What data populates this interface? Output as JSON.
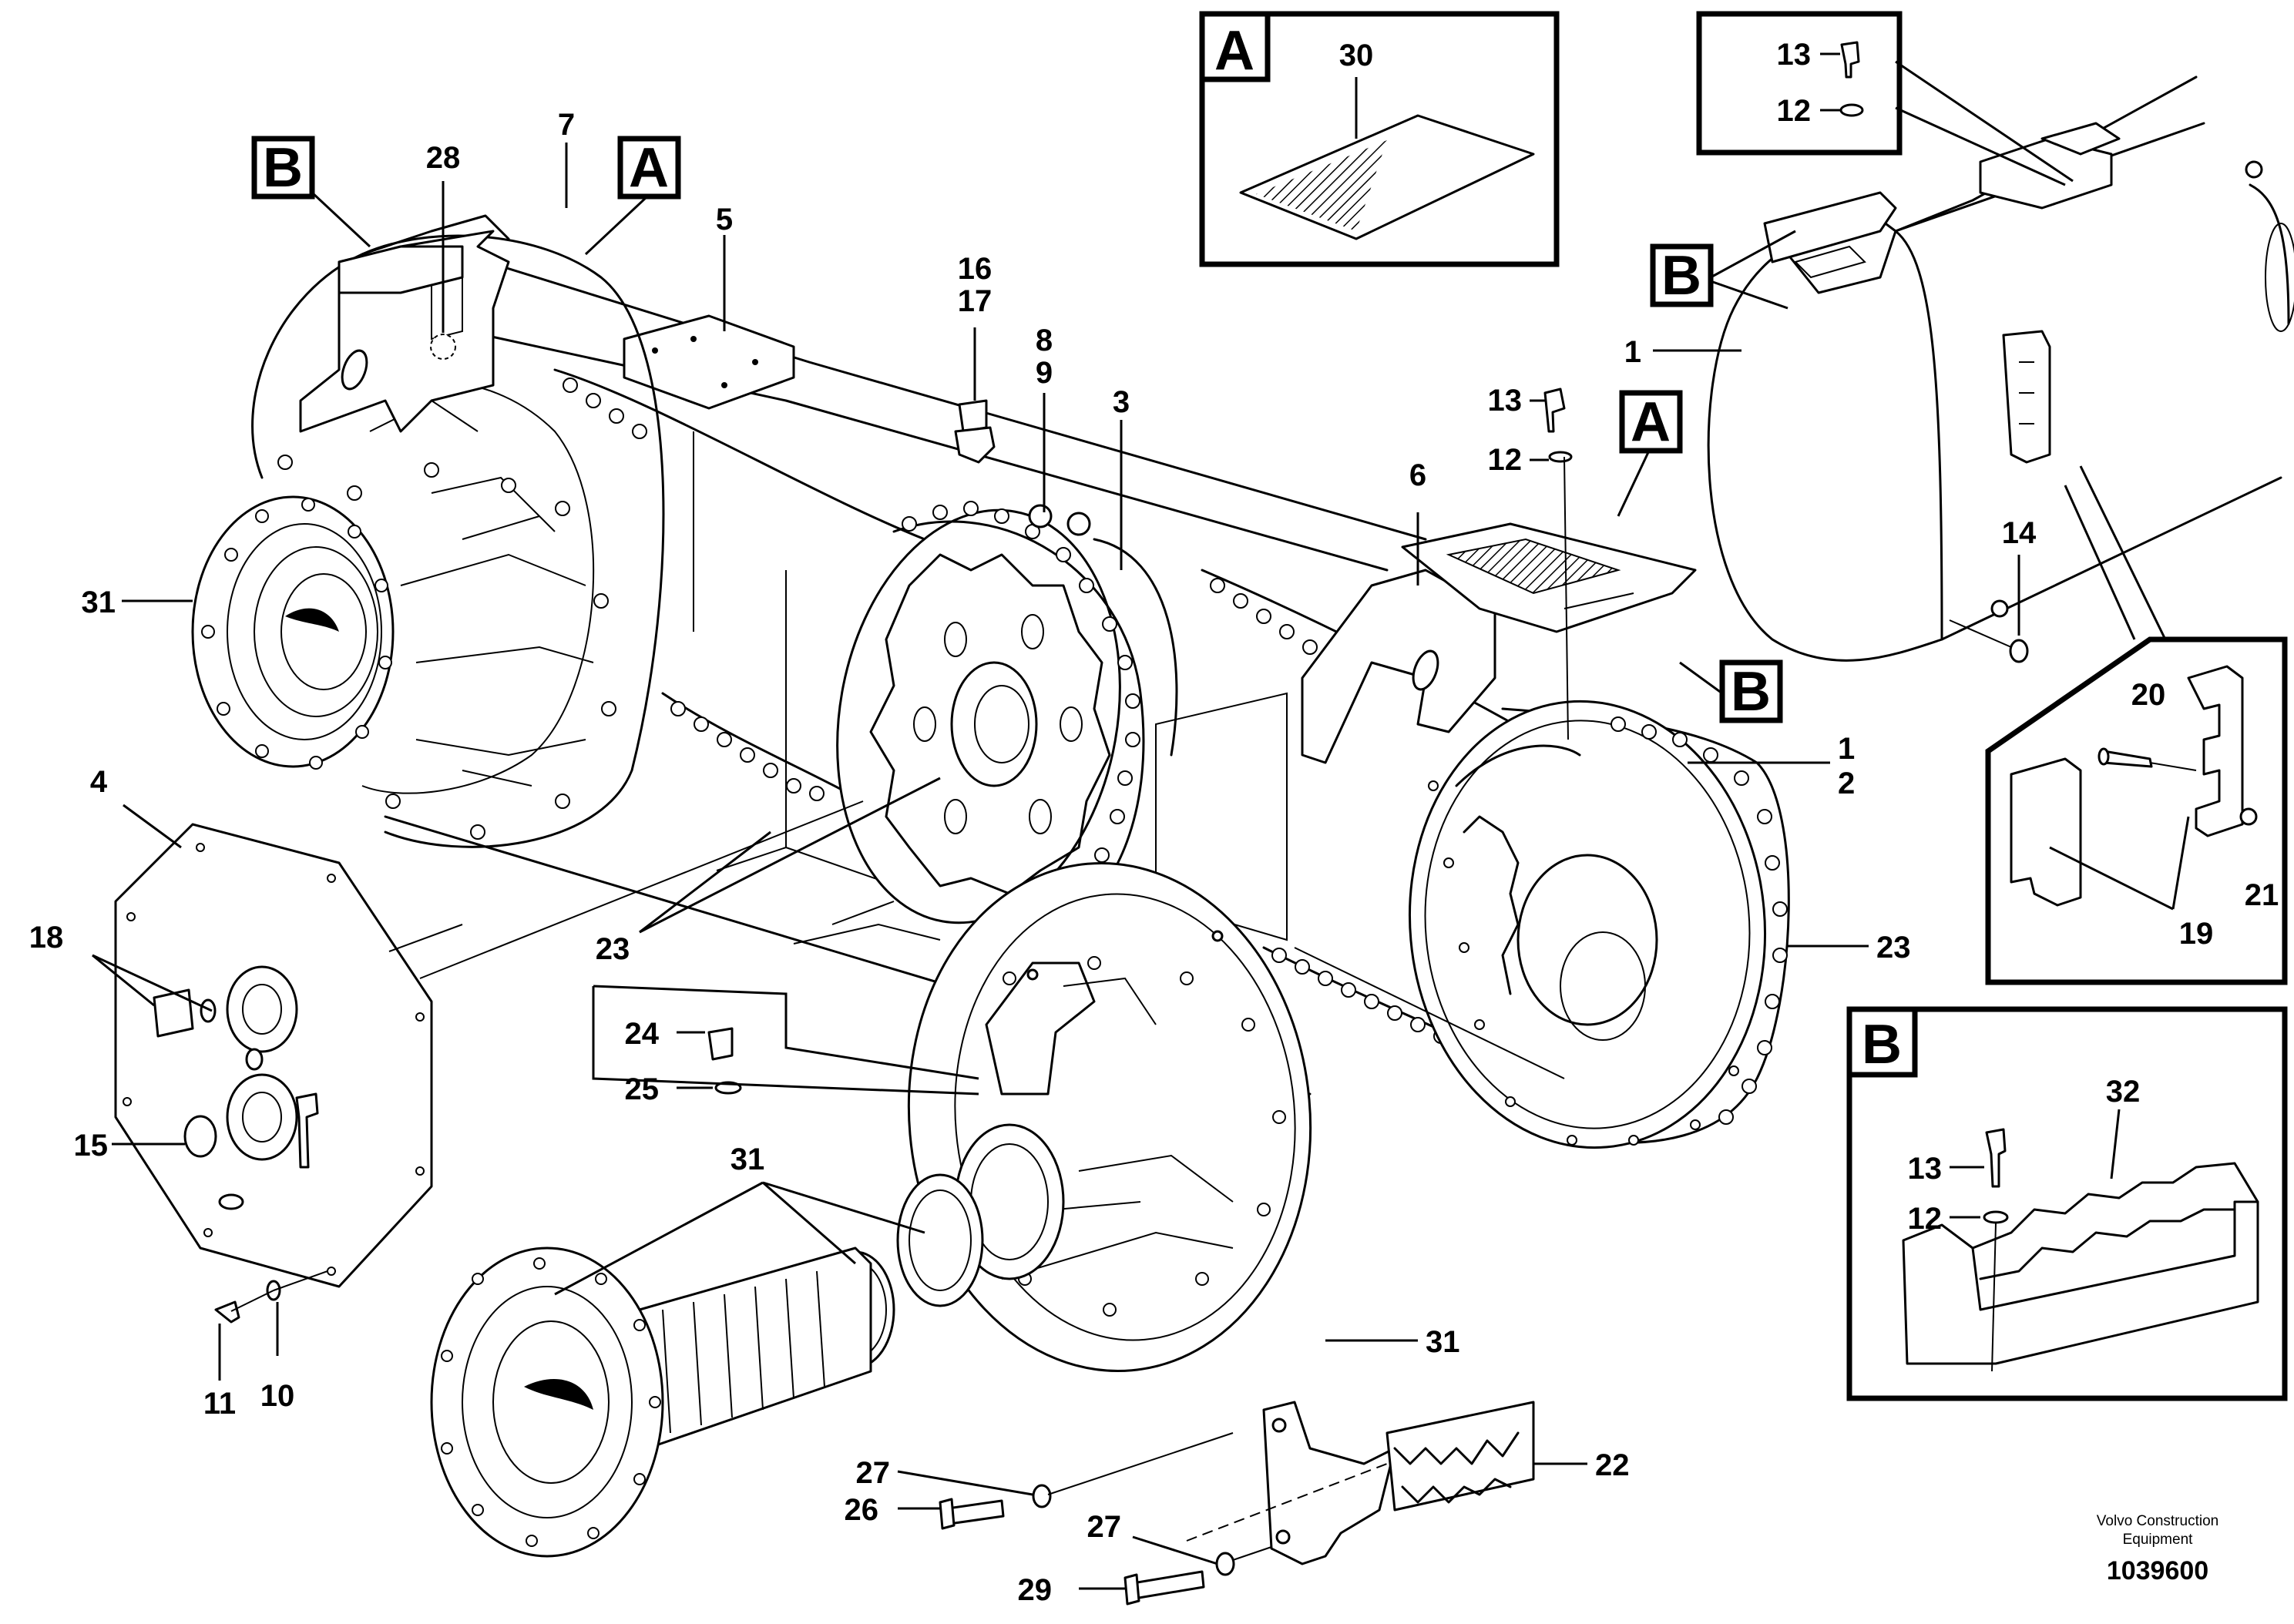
{
  "callouts": [
    {
      "id": "c1a",
      "text": "1"
    },
    {
      "id": "c1b",
      "text": "1"
    },
    {
      "id": "c2",
      "text": "2"
    },
    {
      "id": "c3",
      "text": "3"
    },
    {
      "id": "c4",
      "text": "4"
    },
    {
      "id": "c5",
      "text": "5"
    },
    {
      "id": "c6",
      "text": "6"
    },
    {
      "id": "c7",
      "text": "7"
    },
    {
      "id": "c8",
      "text": "8"
    },
    {
      "id": "c9",
      "text": "9"
    },
    {
      "id": "c10",
      "text": "10"
    },
    {
      "id": "c11",
      "text": "11"
    },
    {
      "id": "c12a",
      "text": "12"
    },
    {
      "id": "c12b",
      "text": "12"
    },
    {
      "id": "c12c",
      "text": "12"
    },
    {
      "id": "c13a",
      "text": "13"
    },
    {
      "id": "c13b",
      "text": "13"
    },
    {
      "id": "c13c",
      "text": "13"
    },
    {
      "id": "c14",
      "text": "14"
    },
    {
      "id": "c15",
      "text": "15"
    },
    {
      "id": "c16",
      "text": "16"
    },
    {
      "id": "c17",
      "text": "17"
    },
    {
      "id": "c18",
      "text": "18"
    },
    {
      "id": "c19",
      "text": "19"
    },
    {
      "id": "c20",
      "text": "20"
    },
    {
      "id": "c21",
      "text": "21"
    },
    {
      "id": "c22",
      "text": "22"
    },
    {
      "id": "c23a",
      "text": "23"
    },
    {
      "id": "c23b",
      "text": "23"
    },
    {
      "id": "c24",
      "text": "24"
    },
    {
      "id": "c25",
      "text": "25"
    },
    {
      "id": "c26",
      "text": "26"
    },
    {
      "id": "c27a",
      "text": "27"
    },
    {
      "id": "c27b",
      "text": "27"
    },
    {
      "id": "c28",
      "text": "28"
    },
    {
      "id": "c29",
      "text": "29"
    },
    {
      "id": "c30",
      "text": "30"
    },
    {
      "id": "c31a",
      "text": "31"
    },
    {
      "id": "c31b",
      "text": "31"
    },
    {
      "id": "c31c",
      "text": "31"
    },
    {
      "id": "c32",
      "text": "32"
    }
  ],
  "view_labels": {
    "detail_a_box": "A",
    "detail_b_box": "B",
    "ref_b_left": "B",
    "ref_a_left": "A",
    "ref_b_right_top": "B",
    "ref_a_right": "A",
    "ref_b_right": "B"
  },
  "footer": {
    "company_line1": "Volvo Construction",
    "company_line2": "Equipment",
    "drawing_number": "1039600"
  }
}
